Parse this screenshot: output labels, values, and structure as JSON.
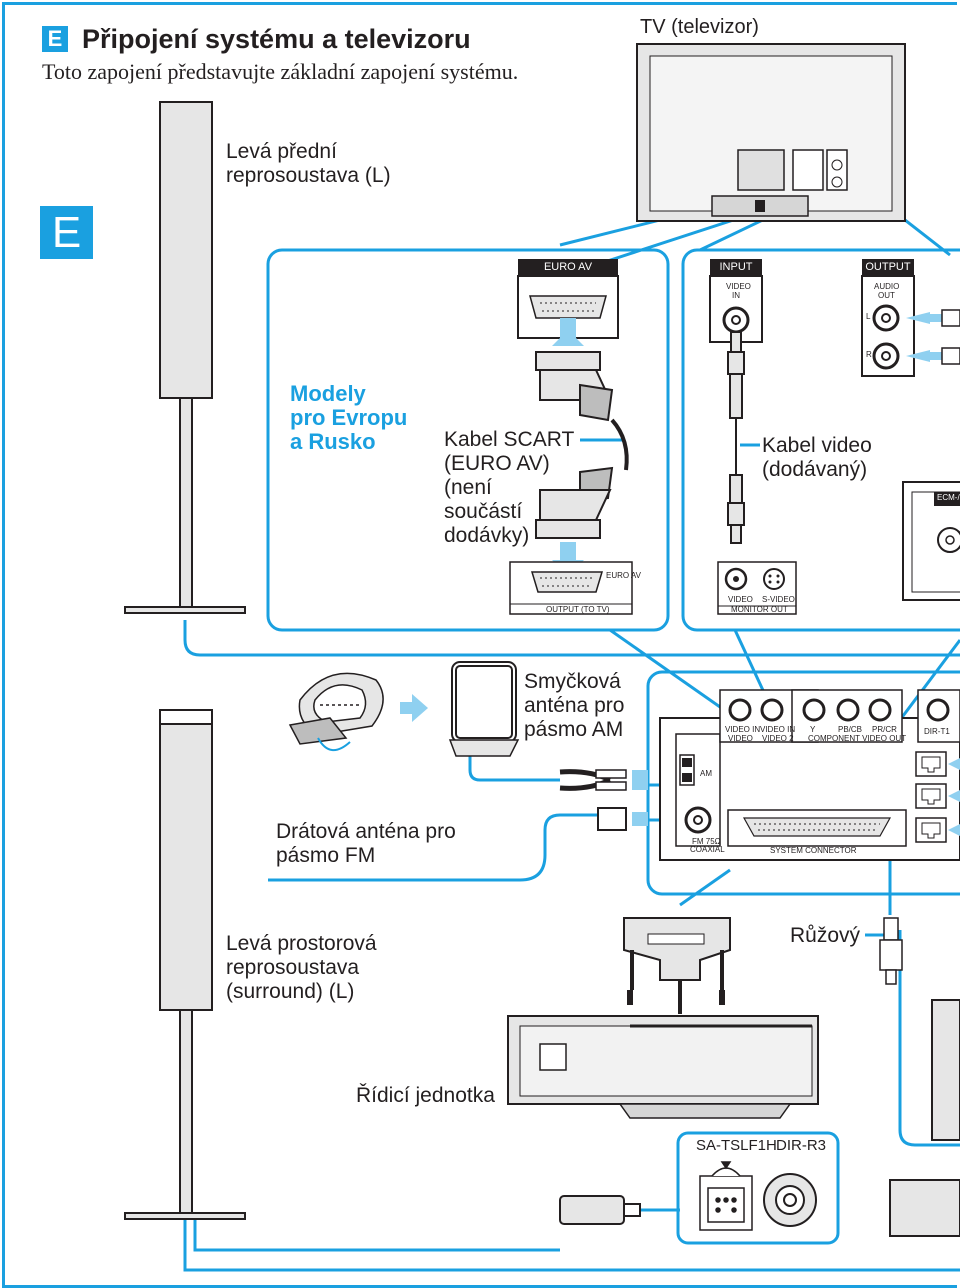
{
  "header": {
    "badge": "E",
    "title": "Připojení systému a televizoru",
    "subtitle": "Toto zapojení představujte základní zapojení systému."
  },
  "side_badge": "E",
  "tv_label": "TV (televizor)",
  "speakers": {
    "front_left": [
      "Levá přední",
      "reprosoustava (L)"
    ],
    "surround_left": [
      "Levá prostorová",
      "reprosoustava",
      "(surround) (L)"
    ]
  },
  "models_note": [
    "Modely",
    "pro Evropu",
    "a Rusko"
  ],
  "scart_cable": [
    "Kabel SCART",
    "(EURO AV)",
    "(není",
    "součástí",
    "dodávky)"
  ],
  "video_cable": [
    "Kabel video",
    "(dodávaný)"
  ],
  "tv_ports": {
    "euro_av": "EURO AV",
    "input": "INPUT",
    "video_in": [
      "VIDEO",
      "IN"
    ],
    "output": "OUTPUT",
    "audio_out": [
      "AUDIO",
      "OUT"
    ],
    "l": "L",
    "r": "R",
    "ecm": "ECM-/"
  },
  "unit_ports": {
    "euro_av": "EURO AV",
    "output_to_tv": "OUTPUT (TO TV)",
    "video": "VIDEO",
    "s_video": "S-VIDEO",
    "monitor_out": "MONITOR OUT",
    "video_in1": "VIDEO IN",
    "video_in2": "VIDEO IN",
    "video1": "VIDEO",
    "video2": "VIDEO 2",
    "y": "Y",
    "pb": "PB/CB",
    "pr": "PR/CR",
    "component": "COMPONENT VIDEO OUT",
    "dir": "DIR-T1",
    "am": "AM",
    "fm": [
      "FM 75Ω",
      "COAXIAL"
    ],
    "system_connector": "SYSTEM CONNECTOR"
  },
  "am_antenna": [
    "Smyčková",
    "anténa pro",
    "pásmo AM"
  ],
  "fm_antenna": [
    "Drátová anténa pro",
    "pásmo FM"
  ],
  "pink_label": "Růžový",
  "control_unit": "Řídicí jednotka",
  "bottom_box": {
    "left": "SA-TSLF1H",
    "right": "DIR-R3"
  },
  "colors": {
    "accent": "#1aa0e0",
    "ink": "#231f20",
    "device_gray": "#e6e6e6",
    "dark_gray": "#bdbdbd"
  }
}
